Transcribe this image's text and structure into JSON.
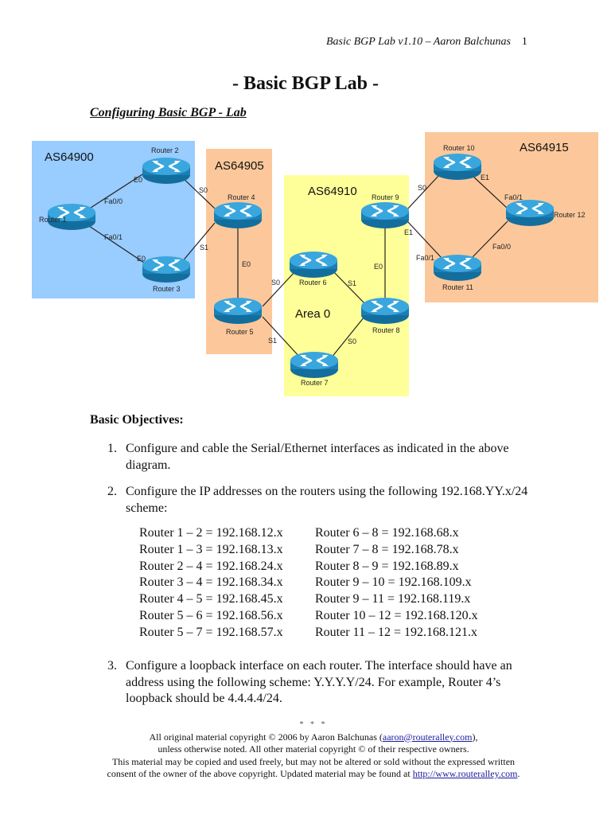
{
  "header": {
    "running_title": "Basic BGP Lab v1.10 – Aaron Balchunas",
    "page_number": "1"
  },
  "title": "- Basic BGP Lab -",
  "subtitle": "Configuring Basic BGP - Lab",
  "diagram": {
    "colors": {
      "as_blue": "#99ccff",
      "as_orange": "#fcc89b",
      "as_yellow": "#ffff99",
      "router_body": "#1c88c0",
      "router_top": "#36a6e0"
    },
    "regions": [
      {
        "id": "as64900",
        "label": "AS64900"
      },
      {
        "id": "as64905",
        "label": "AS64905"
      },
      {
        "id": "as64910",
        "label": "AS64910"
      },
      {
        "id": "as64915",
        "label": "AS64915"
      }
    ],
    "area_label": "Area 0",
    "routers": [
      {
        "id": "r1",
        "label": "Router 1"
      },
      {
        "id": "r2",
        "label": "Router 2"
      },
      {
        "id": "r3",
        "label": "Router 3"
      },
      {
        "id": "r4",
        "label": "Router 4"
      },
      {
        "id": "r5",
        "label": "Router 5"
      },
      {
        "id": "r6",
        "label": "Router 6"
      },
      {
        "id": "r7",
        "label": "Router 7"
      },
      {
        "id": "r8",
        "label": "Router 8"
      },
      {
        "id": "r9",
        "label": "Router 9"
      },
      {
        "id": "r10",
        "label": "Router 10"
      },
      {
        "id": "r11",
        "label": "Router 11"
      },
      {
        "id": "r12",
        "label": "Router 12"
      }
    ],
    "links": [
      {
        "from": "r1",
        "to": "r2",
        "from_if": "Fa0/0",
        "to_if": "E0"
      },
      {
        "from": "r1",
        "to": "r3",
        "from_if": "Fa0/1",
        "to_if": "E0"
      },
      {
        "from": "r2",
        "to": "r4",
        "from_if": "S0",
        "to_if": ""
      },
      {
        "from": "r3",
        "to": "r4",
        "from_if": "S1",
        "to_if": ""
      },
      {
        "from": "r4",
        "to": "r5",
        "from_if": "E0",
        "to_if": ""
      },
      {
        "from": "r5",
        "to": "r6",
        "from_if": "S0",
        "to_if": ""
      },
      {
        "from": "r5",
        "to": "r7",
        "from_if": "S1",
        "to_if": ""
      },
      {
        "from": "r6",
        "to": "r8",
        "from_if": "S1",
        "to_if": ""
      },
      {
        "from": "r7",
        "to": "r8",
        "from_if": "S0",
        "to_if": ""
      },
      {
        "from": "r8",
        "to": "r9",
        "from_if": "E0",
        "to_if": ""
      },
      {
        "from": "r9",
        "to": "r10",
        "from_if": "S0",
        "to_if": ""
      },
      {
        "from": "r9",
        "to": "r11",
        "from_if": "E1",
        "to_if": "Fa0/1"
      },
      {
        "from": "r10",
        "to": "r12",
        "from_if": "E1",
        "to_if": "Fa0/1"
      },
      {
        "from": "r11",
        "to": "r12",
        "from_if": "",
        "to_if": "Fa0/0"
      }
    ]
  },
  "objectives": {
    "heading": "Basic Objectives:",
    "items": [
      {
        "num": "1.",
        "text": "Configure and cable the Serial/Ethernet interfaces as indicated in the above diagram."
      },
      {
        "num": "2.",
        "text": "Configure the IP addresses on the routers using the following 192.168.YY.x/24 scheme:"
      },
      {
        "num": "3.",
        "text": "Configure a loopback interface on each router. The interface should have an address using the following scheme: Y.Y.Y.Y/24. For example, Router 4’s loopback should be 4.4.4.4/24."
      }
    ],
    "ip_scheme": {
      "left": [
        "Router 1 – 2 = 192.168.12.x",
        "Router 1 – 3 = 192.168.13.x",
        "Router 2 – 4 = 192.168.24.x",
        "Router 3 – 4 = 192.168.34.x",
        "Router 4 – 5 = 192.168.45.x",
        "Router 5 – 6 = 192.168.56.x",
        "Router 5 – 7 = 192.168.57.x"
      ],
      "right": [
        "Router 6 – 8 = 192.168.68.x",
        "Router 7 – 8 = 192.168.78.x",
        "Router 8 – 9 = 192.168.89.x",
        "Router 9 – 10 = 192.168.109.x",
        "Router 9 – 11 = 192.168.119.x",
        "Router 10 – 12 = 192.168.120.x",
        "Router 11 – 12 = 192.168.121.x"
      ]
    }
  },
  "footer": {
    "stars": "* * *",
    "line1_pre": "All original material copyright © 2006 by Aaron Balchunas (",
    "email": "aaron@routeralley.com",
    "line1_post": "),",
    "line2": "unless otherwise noted.  All other material copyright © of their respective owners.",
    "line3": "This material may be copied and used freely, but may not be altered or sold without the expressed written",
    "line4_pre": "consent of the owner of the above copyright. Updated material may be found at ",
    "url": "http://www.routeralley.com",
    "line4_post": "."
  }
}
